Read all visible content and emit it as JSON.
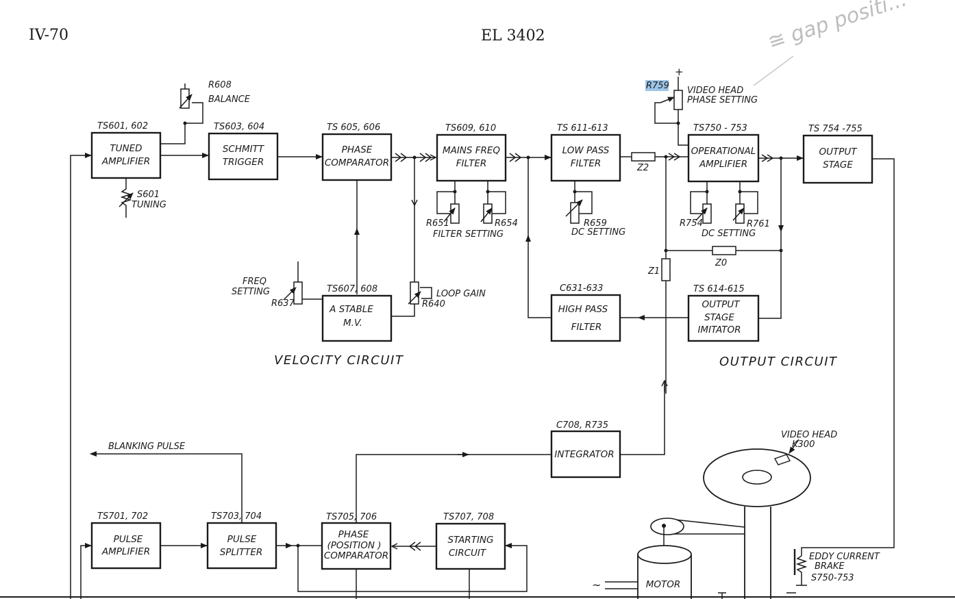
{
  "header": {
    "left": "IV-70",
    "center": "EL 3402"
  },
  "handwriting": "≅ gap positi... ",
  "highlight_color": "#9ec5e8",
  "sections": {
    "velocity": "VELOCITY  CIRCUIT",
    "output": "OUTPUT  CIRCUIT"
  },
  "blocks": {
    "tuned_amp": {
      "ref": "TS601, 602",
      "l1": "TUNED",
      "l2": "AMPLIFIER"
    },
    "schmitt": {
      "ref": "TS603, 604",
      "l1": "SCHMITT",
      "l2": "TRIGGER"
    },
    "phase_comp": {
      "ref": "TS 605, 606",
      "l1": "PHASE",
      "l2": "COMPARATOR"
    },
    "mains_filter": {
      "ref": "TS609, 610",
      "l1": "MAINS FREQ",
      "l2": "FILTER"
    },
    "low_pass": {
      "ref": "TS 611-613",
      "l1": "LOW PASS",
      "l2": "FILTER"
    },
    "op_amp": {
      "ref": "TS750 - 753",
      "l1": "OPERATIONAL",
      "l2": "AMPLIFIER"
    },
    "output_stage": {
      "ref": "TS 754 -755",
      "l1": "OUTPUT",
      "l2": "STAGE"
    },
    "astable": {
      "ref": "TS607, 608",
      "l1": "A STABLE",
      "l2": "M.V."
    },
    "high_pass": {
      "ref": "C631-633",
      "l1": "HIGH PASS",
      "l2": "FILTER"
    },
    "out_imitator": {
      "ref": "TS 614-615",
      "l1": "OUTPUT",
      "l2": "STAGE",
      "l3": "IMITATOR"
    },
    "integrator": {
      "ref": "C708, R735",
      "l1": "INTEGRATOR"
    },
    "pulse_amp": {
      "ref": "TS701, 702",
      "l1": "PULSE",
      "l2": "AMPLIFIER"
    },
    "pulse_split": {
      "ref": "TS703, 704",
      "l1": "PULSE",
      "l2": "SPLITTER"
    },
    "pos_comp": {
      "ref": "TS705, 706",
      "l1": "PHASE",
      "l2": "(POSITION )",
      "l3": "COMPARATOR"
    },
    "starting": {
      "ref": "TS707, 708",
      "l1": "STARTING",
      "l2": "CIRCUIT"
    },
    "motor": {
      "l1": "MOTOR"
    }
  },
  "labels": {
    "r608": "R608",
    "balance": "BALANCE",
    "s601": "S601",
    "tuning": "TUNING",
    "r651": "R651",
    "r654": "R654",
    "filter_setting": "FILTER SETTING",
    "r659": "R659",
    "dc_setting_1": "DC SETTING",
    "z2": "Z2",
    "z1": "Z1",
    "z0": "Z0",
    "r759": "R759",
    "vh_phase_1": "VIDEO HEAD",
    "vh_phase_2": "PHASE SETTING",
    "r754": "R754",
    "r761": "R761",
    "dc_setting_2": "DC SETTING",
    "freq_1": "FREQ",
    "freq_2": "SETTING",
    "r637": "R637",
    "loop_gain": "LOOP GAIN",
    "r640": "R640",
    "blanking": "BLANKING  PULSE",
    "video_head_1": "VIDEO HEAD",
    "video_head_2": "K300",
    "eddy_1": "EDDY CURRENT",
    "eddy_2": "BRAKE",
    "eddy_3": "S750-753",
    "plus": "+",
    "ac": "~"
  }
}
